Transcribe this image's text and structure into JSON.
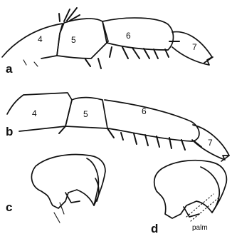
{
  "figure": {
    "a": {
      "label": "a",
      "segments": [
        "4",
        "5",
        "6",
        "7"
      ]
    },
    "b": {
      "label": "b",
      "segments": [
        "4",
        "5",
        "6",
        "7"
      ]
    },
    "c": {
      "label": "c"
    },
    "d": {
      "label": "d",
      "annotation": "palm"
    }
  }
}
